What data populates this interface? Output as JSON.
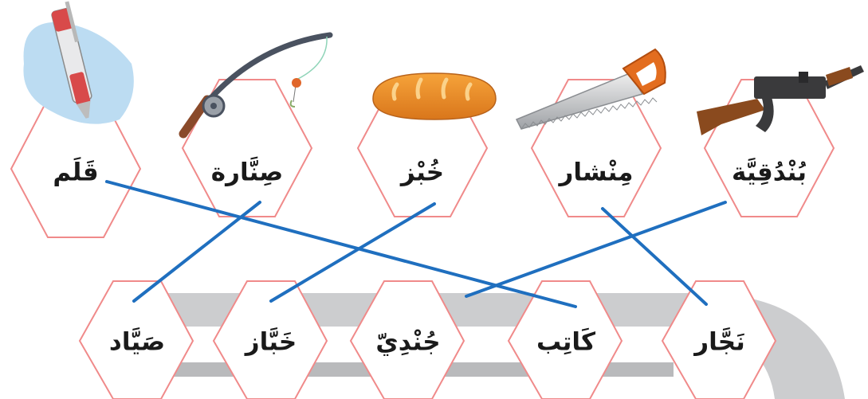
{
  "exercise": {
    "top_words": [
      {
        "id": "qalam",
        "text": "قَلَم",
        "icon": "pen-icon"
      },
      {
        "id": "sinnara",
        "text": "صِنَّارة",
        "icon": "fishing-rod-icon"
      },
      {
        "id": "khubz",
        "text": "خُبْز",
        "icon": "bread-icon"
      },
      {
        "id": "minshar",
        "text": "مِنْشار",
        "icon": "saw-icon"
      },
      {
        "id": "bunduqiyya",
        "text": "بُنْدُقِيَّة",
        "icon": "rifle-icon"
      }
    ],
    "bottom_words": [
      {
        "id": "sayyad",
        "text": "صَيَّاد"
      },
      {
        "id": "khabbaz",
        "text": "خَبَّاز"
      },
      {
        "id": "jundi",
        "text": "جُنْدِيّ"
      },
      {
        "id": "katib",
        "text": "كَاتِب"
      },
      {
        "id": "najjar",
        "text": "نَجَّار"
      }
    ],
    "matches": [
      {
        "from": "qalam",
        "to": "katib"
      },
      {
        "from": "sinnara",
        "to": "sayyad"
      },
      {
        "from": "khubz",
        "to": "khabbaz"
      },
      {
        "from": "minshar",
        "to": "najjar"
      },
      {
        "from": "bunduqiyya",
        "to": "jundi"
      }
    ],
    "colors": {
      "hex_border": "#f08a8a",
      "connector_line": "#1f6fbf",
      "road": "#c7c8ca",
      "word_text": "#1a1a1a"
    }
  }
}
